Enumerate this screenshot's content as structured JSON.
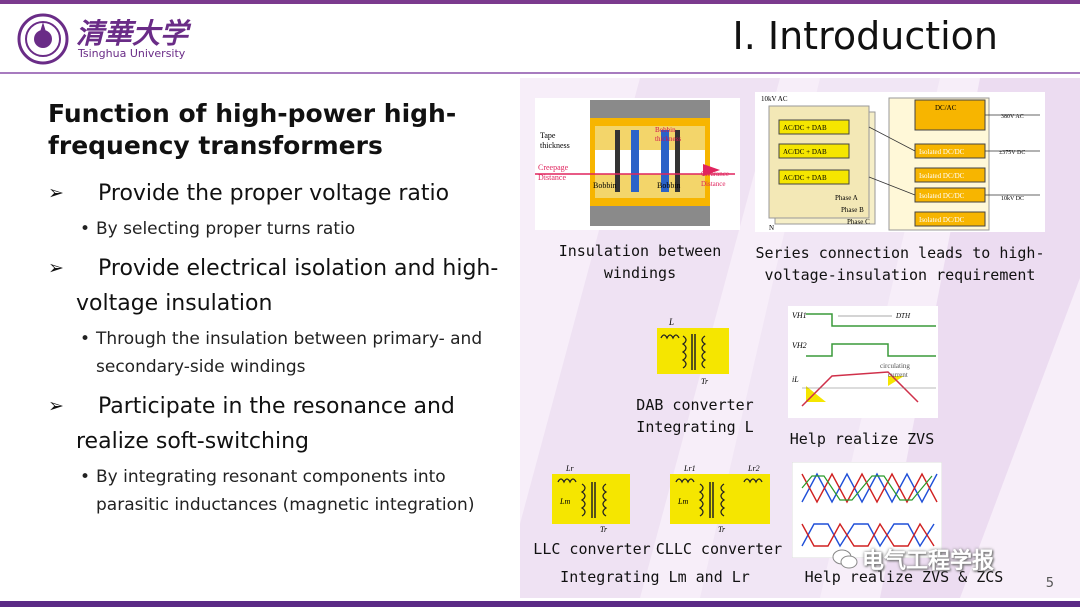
{
  "header": {
    "university_cn": "清華大学",
    "university_en": "Tsinghua University",
    "title": "I. Introduction"
  },
  "content": {
    "heading": "Function of high-power high-frequency transformers",
    "bullets": [
      {
        "text": "Provide the proper voltage ratio",
        "sub": "By selecting proper turns ratio"
      },
      {
        "text": "Provide electrical isolation and high-voltage insulation",
        "sub": "Through the insulation between primary- and secondary-side windings"
      },
      {
        "text": "Participate in the resonance and realize soft-switching",
        "sub": "By integrating resonant components into parasitic inductances (magnetic integration)"
      }
    ]
  },
  "figures": {
    "insulation": {
      "caption_line1": "Insulation between",
      "caption_line2": "windings",
      "labels": {
        "tape": "Tape",
        "tape2": "thickness",
        "bobbin_t": "Bobbin",
        "bobbin_t2": "thickness",
        "creepage": "Creepage",
        "creepage2": "Distance",
        "bobbin1": "Bobbin",
        "bobbin2": "Bobbin",
        "clearance": "Clearance",
        "clearance2": "Distance"
      }
    },
    "series": {
      "caption_line1": "Series connection leads to high-",
      "caption_line2": "voltage-insulation requirement",
      "labels": {
        "ac_in": "10kV AC",
        "dcac": "DC/AC",
        "ac_out": "380V AC",
        "acdc1": "AC/DC + DAB",
        "acdc2": "AC/DC + DAB",
        "acdc3": "AC/DC + DAB",
        "iso1": "Isolated DC/DC",
        "iso2": "Isolated DC/DC",
        "iso3": "Isolated DC/DC",
        "iso4": "Isolated DC/DC",
        "iso5": "Isolated DC/DC",
        "dc375": "±375V DC",
        "dc10k": "10kV DC",
        "pha": "Phase A",
        "phb": "Phase B",
        "phc": "Phase C",
        "n": "N"
      }
    },
    "dab": {
      "caption_line1": "DAB converter",
      "caption_line2": "Integrating L",
      "label_l": "L",
      "label_t": "Tr"
    },
    "zvs": {
      "caption": "Help realize ZVS",
      "vh1": "VH1",
      "vh2": "VH2",
      "il": "iL",
      "dt": "DTH",
      "circ": "circulating",
      "circ2": "current"
    },
    "llc": {
      "caption1": "LLC converter",
      "caption2": "CLLC converter",
      "caption3": "Integrating Lm and Lr",
      "lr": "Lr",
      "lm": "Lm",
      "tr": "Tr",
      "lr1": "Lr1",
      "lr2": "Lr2"
    },
    "zcs": {
      "caption": "Help realize ZVS & ZCS"
    }
  },
  "footer": {
    "watermark": "电气工程学报",
    "page": "5"
  },
  "colors": {
    "accent": "#7b3a8e",
    "yellow": "#f5e600",
    "orange": "#f7b500"
  }
}
